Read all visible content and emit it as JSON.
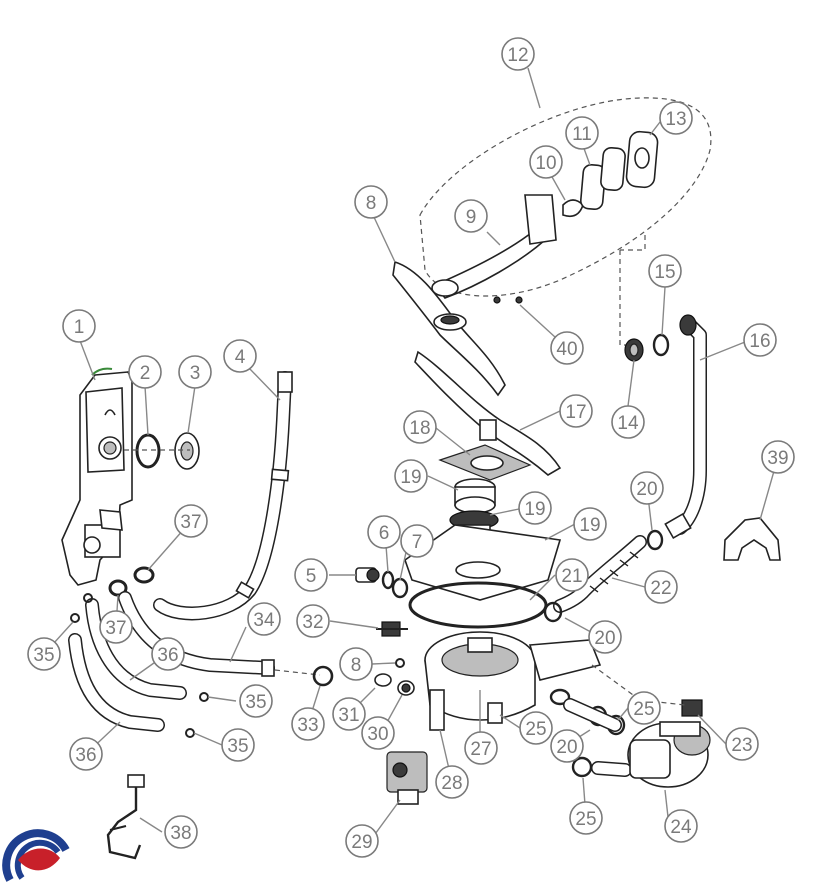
{
  "callouts": [
    {
      "label": "1"
    },
    {
      "label": "2"
    },
    {
      "label": "3"
    },
    {
      "label": "4"
    },
    {
      "label": "5"
    },
    {
      "label": "6"
    },
    {
      "label": "7"
    },
    {
      "label": "8"
    },
    {
      "label": "8"
    },
    {
      "label": "9"
    },
    {
      "label": "10"
    },
    {
      "label": "11"
    },
    {
      "label": "12"
    },
    {
      "label": "13"
    },
    {
      "label": "14"
    },
    {
      "label": "15"
    },
    {
      "label": "16"
    },
    {
      "label": "17"
    },
    {
      "label": "18"
    },
    {
      "label": "19"
    },
    {
      "label": "19"
    },
    {
      "label": "19"
    },
    {
      "label": "20"
    },
    {
      "label": "20"
    },
    {
      "label": "20"
    },
    {
      "label": "21"
    },
    {
      "label": "22"
    },
    {
      "label": "23"
    },
    {
      "label": "24"
    },
    {
      "label": "25"
    },
    {
      "label": "25"
    },
    {
      "label": "25"
    },
    {
      "label": "27"
    },
    {
      "label": "28"
    },
    {
      "label": "29"
    },
    {
      "label": "30"
    },
    {
      "label": "31"
    },
    {
      "label": "32"
    },
    {
      "label": "33"
    },
    {
      "label": "34"
    },
    {
      "label": "35"
    },
    {
      "label": "35"
    },
    {
      "label": "35"
    },
    {
      "label": "36"
    },
    {
      "label": "36"
    },
    {
      "label": "37"
    },
    {
      "label": "37"
    },
    {
      "label": "38"
    },
    {
      "label": "39"
    },
    {
      "label": "40"
    }
  ],
  "logo": {
    "icon": "brand-logo-icon",
    "colors": [
      "#1f3f8f",
      "#c8202a"
    ]
  }
}
